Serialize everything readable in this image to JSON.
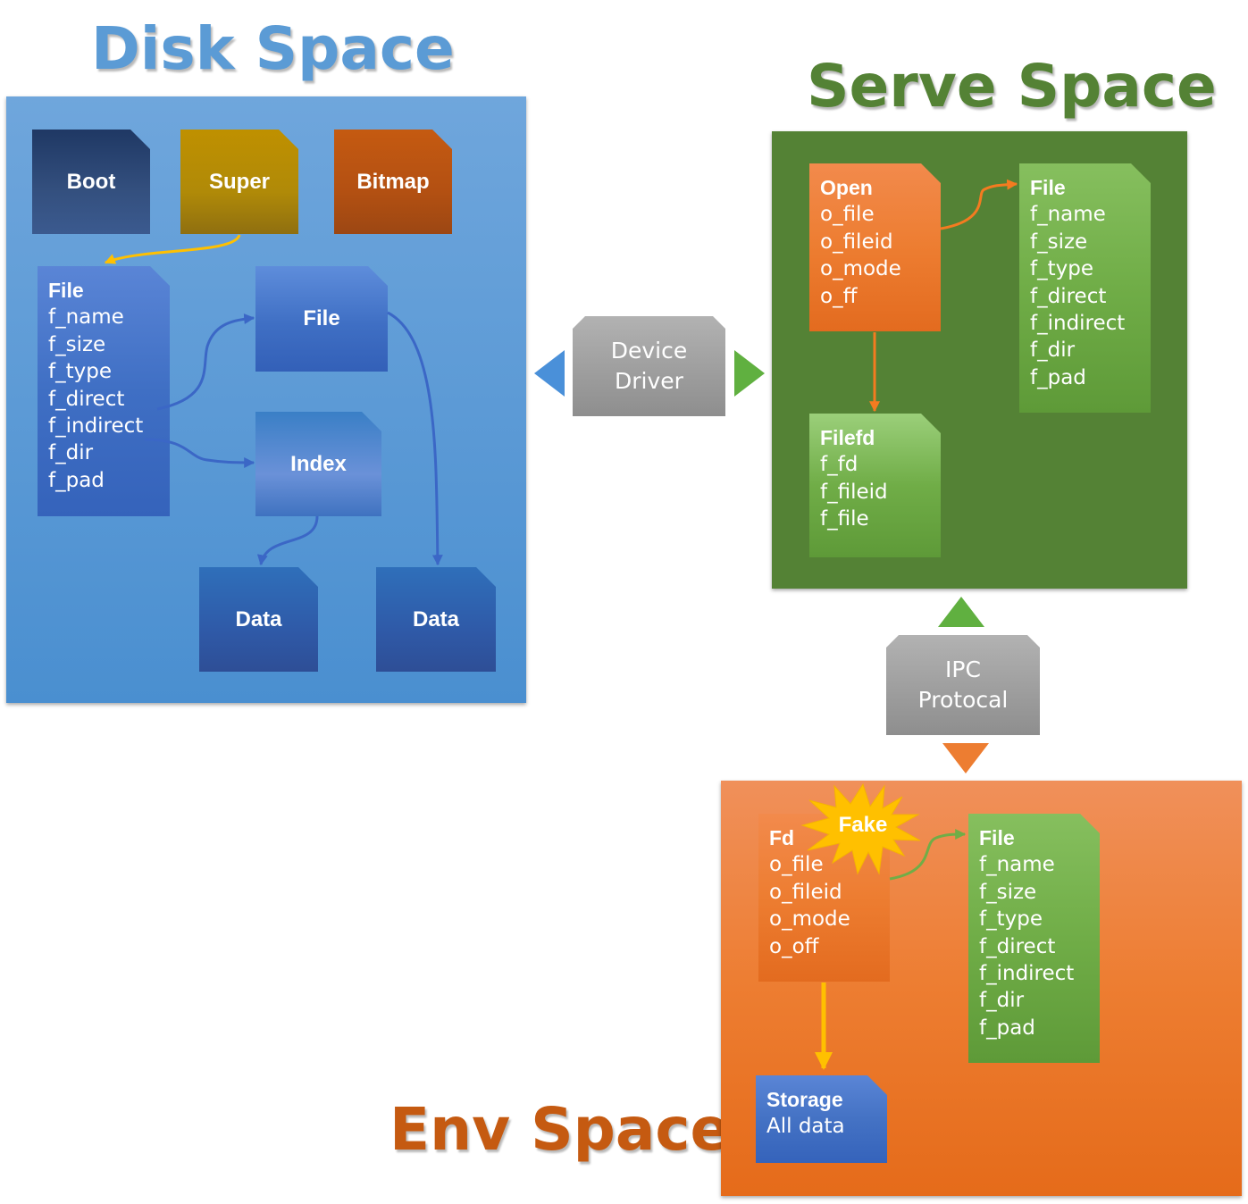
{
  "titles": {
    "disk": "Disk Space",
    "serve": "Serve Space",
    "env": "Env Space"
  },
  "colors": {
    "disk_title": "#5b9bd5",
    "serve_title": "#548235",
    "env_title": "#c55a11",
    "disk_panel": "#5b9bd5",
    "serve_panel": "#548235",
    "env_panel": "#ed7d31",
    "blue_doc": "#4472c4",
    "orange_doc": "#ed7d31",
    "green_doc": "#70ad47",
    "gold": "#ffc000"
  },
  "disk": {
    "boot": "Boot",
    "super": "Super",
    "bitmap": "Bitmap",
    "file_record": {
      "title": "File",
      "fields": [
        "f_name",
        "f_size",
        "f_type",
        "f_direct",
        "f_indirect",
        "f_dir",
        "f_pad"
      ]
    },
    "file_block": "File",
    "index_block": "Index",
    "data_left": "Data",
    "data_right": "Data"
  },
  "device_driver": {
    "line1": "Device",
    "line2": "Driver"
  },
  "serve": {
    "open": {
      "title": "Open",
      "fields": [
        "o_file",
        "o_fileid",
        "o_mode",
        "o_ff"
      ]
    },
    "file": {
      "title": "File",
      "fields": [
        "f_name",
        "f_size",
        "f_type",
        "f_direct",
        "f_indirect",
        "f_dir",
        "f_pad"
      ]
    },
    "filefd": {
      "title": "Filefd",
      "fields": [
        "f_fd",
        "f_fileid",
        "f_file"
      ]
    }
  },
  "ipc": {
    "line1": "IPC",
    "line2": "Protocal"
  },
  "env": {
    "fd": {
      "title": "Fd",
      "fields": [
        "o_file",
        "o_fileid",
        "o_mode",
        "o_off"
      ]
    },
    "fake_badge": "Fake",
    "file": {
      "title": "File",
      "fields": [
        "f_name",
        "f_size",
        "f_type",
        "f_direct",
        "f_indirect",
        "f_dir",
        "f_pad"
      ]
    },
    "storage": {
      "title": "Storage",
      "subtitle": "All data"
    }
  }
}
